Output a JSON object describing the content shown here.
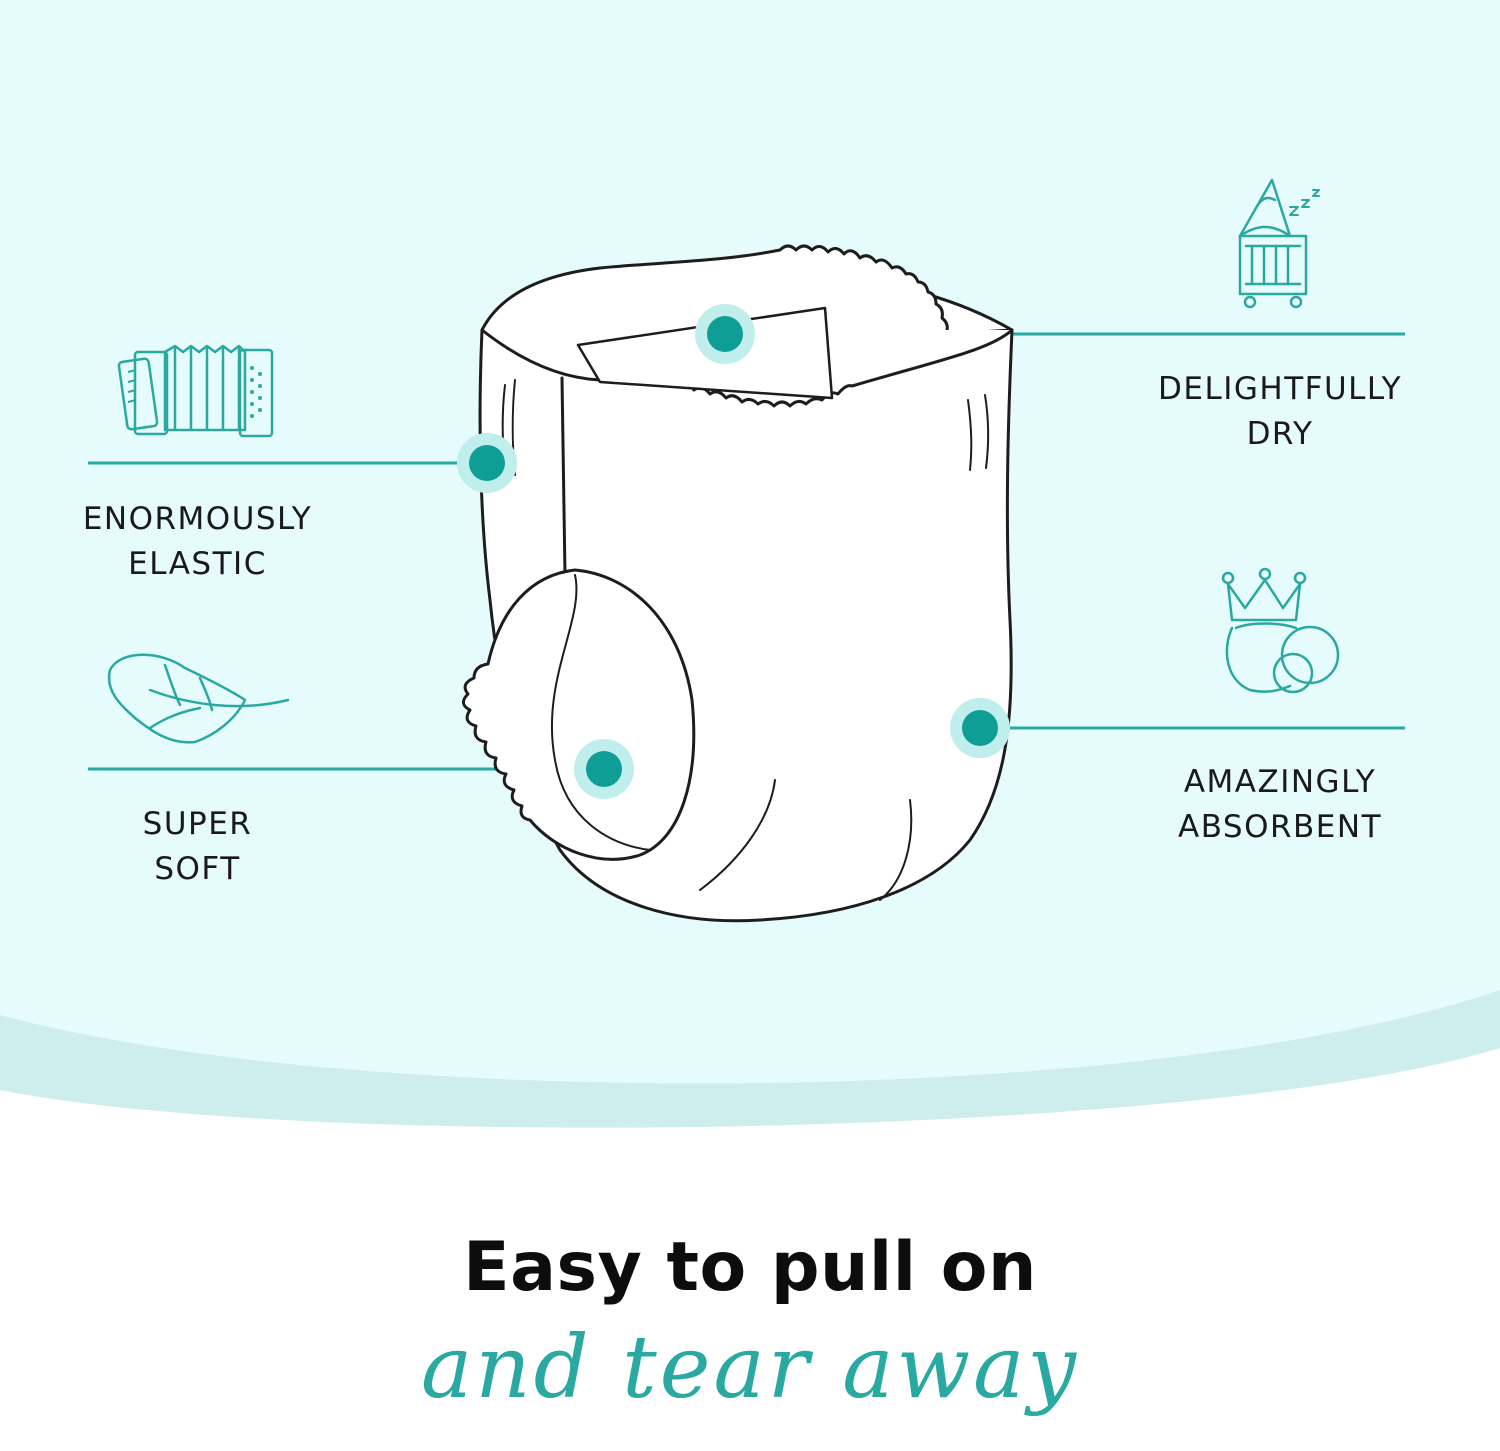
{
  "features": {
    "enormously_elastic": {
      "line1": "ENORMOUSLY",
      "line2": "ELASTIC",
      "icon": "accordion-icon"
    },
    "super_soft": {
      "line1": "SUPER",
      "line2": "SOFT",
      "icon": "feather-icon"
    },
    "delightfully_dry": {
      "line1": "DELIGHTFULLY",
      "line2": "DRY",
      "icon": "sleeping-crib-icon"
    },
    "amazingly_absorbent": {
      "line1": "AMAZINGLY",
      "line2": "ABSORBENT",
      "icon": "crowned-diaper-icon"
    }
  },
  "headline": "Easy to pull on",
  "tagline": "and tear away",
  "colors": {
    "background_top": "#e6fbfb",
    "wave": "#cdeeec",
    "accent": "#2aa8a2",
    "dot": "#0f9e95",
    "dot_halo": "#bfeeed",
    "outline": "#1d1d1d"
  }
}
